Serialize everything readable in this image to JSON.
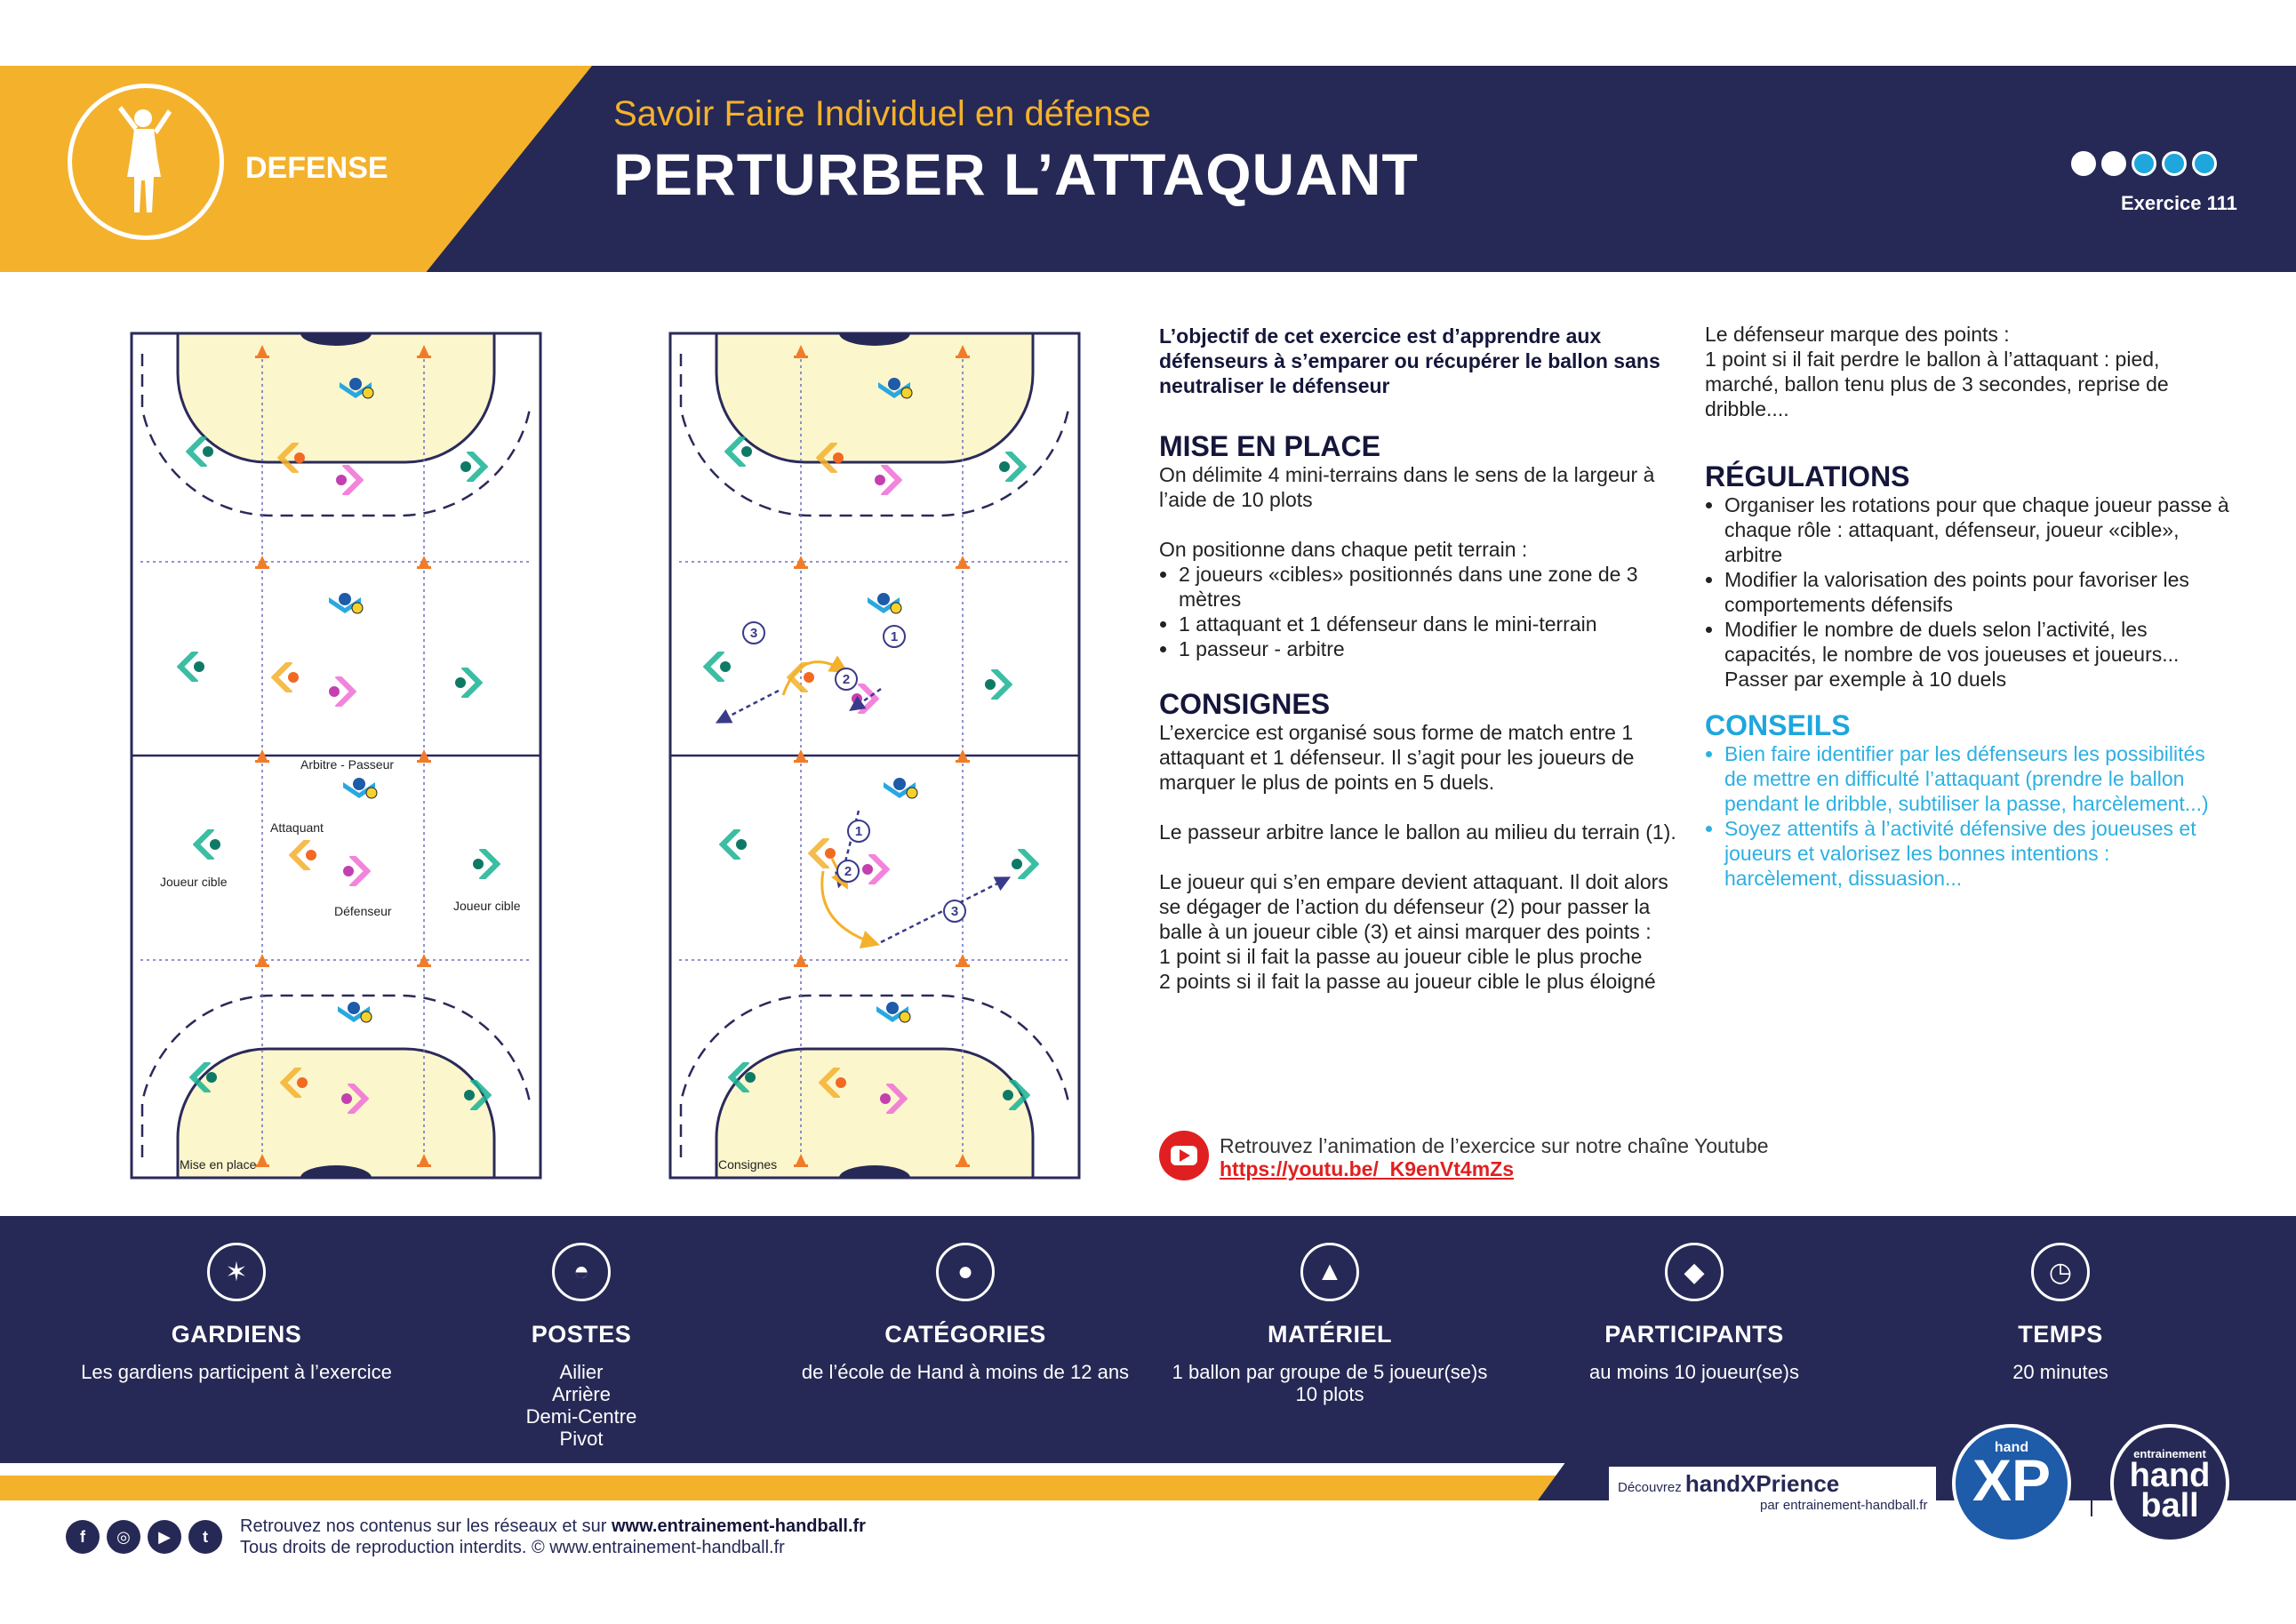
{
  "header": {
    "category": "DEFENSE",
    "subtitle": "Savoir Faire Individuel en défense",
    "title": "PERTURBER L’ATTAQUANT",
    "exercise": "Exercice 111",
    "difficulty": {
      "filled": 2,
      "total": 5
    },
    "colors": {
      "navy": "#262955",
      "yellow": "#f4b12c",
      "cyan": "#1ea6dd"
    }
  },
  "diagrams": {
    "left_caption": "Mise en place",
    "right_caption": "Consignes",
    "labels": {
      "referee": "Arbitre - Passeur",
      "attacker": "Attaquant",
      "target_left": "Joueur cible",
      "defender": "Défenseur",
      "target_right": "Joueur cible"
    },
    "steps": [
      "1",
      "2",
      "3"
    ]
  },
  "content": {
    "intro": "L’objectif de cet exercice est d’apprendre aux défenseurs à s’emparer ou récupérer le ballon sans neutraliser le défenseur",
    "setup_title": "MISE EN PLACE",
    "setup_p1": "On délimite 4 mini-terrains dans le sens de la largeur à l’aide de 10 plots",
    "setup_p2": "On positionne dans chaque petit terrain :",
    "setup_items": [
      "2 joueurs «cibles» positionnés dans une zone de 3 mètres",
      "1 attaquant et 1 défenseur dans le mini-terrain",
      "1 passeur - arbitre"
    ],
    "rules_title": "CONSIGNES",
    "rules_p1": "L’exercice est organisé sous forme de match entre 1 attaquant et 1 défenseur. Il s’agit pour les joueurs de marquer le plus de points en 5 duels.",
    "rules_p2": "Le passeur arbitre lance le ballon au milieu du terrain (1).",
    "rules_p3": "Le joueur qui s’en empare devient attaquant. Il doit alors se dégager de l’action du défenseur (2) pour passer la balle à un joueur cible (3) et ainsi marquer des points :\n1 point si il fait la passe au joueur cible le plus proche\n2 points si il fait la passe au joueur cible le plus éloigné",
    "def_points": "Le défenseur marque des points :\n1 point si il fait perdre le ballon à l’attaquant : pied, marché, ballon tenu plus de 3 secondes, reprise de dribble....",
    "reg_title": "RÉGULATIONS",
    "reg_items": [
      "Organiser les rotations pour que chaque joueur passe à chaque rôle : attaquant, défenseur, joueur «cible», arbitre",
      "Modifier la valorisation des points pour favoriser les comportements défensifs",
      "Modifier le nombre de duels selon l’activité, les capacités, le nombre de vos joueuses et joueurs... Passer par exemple à 10 duels"
    ],
    "tips_title": "CONSEILS",
    "tips_items": [
      "Bien faire identifier par les défenseurs les possibilités de mettre en difficulté l’attaquant (prendre le ballon pendant le dribble, subtiliser la passe, harcèlement...)",
      "Soyez attentifs à l’activité défensive des joueuses et joueurs et valorisez les bonnes intentions : harcèlement, dissuasion..."
    ]
  },
  "youtube": {
    "text": "Retrouvez l’animation de l’exercice sur notre chaîne Youtube",
    "link": "https://youtu.be/_K9enVt4mZs"
  },
  "info": [
    {
      "icon": "goalkeeper-icon",
      "label": "GARDIENS",
      "value": "Les gardiens participent à l’exercice"
    },
    {
      "icon": "court-icon",
      "label": "POSTES",
      "value": "Ailier\nArrière\nDemi-Centre\nPivot"
    },
    {
      "icon": "team-icon",
      "label": "CATÉGORIES",
      "value": "de l’école de Hand à moins de 12 ans"
    },
    {
      "icon": "pyramid-icon",
      "label": "MATÉRIEL",
      "value": "1 ballon par groupe de 5 joueur(se)s\n10 plots"
    },
    {
      "icon": "handshake-icon",
      "label": "PARTICIPANTS",
      "value": "au moins 10 joueur(se)s"
    },
    {
      "icon": "clock-icon",
      "label": "TEMPS",
      "value": "20 minutes"
    }
  ],
  "footer": {
    "discover": "Découvrez",
    "brand": "handXPrience",
    "brand_by": "par entrainement-handball.fr",
    "xp_small": "hand",
    "xp_big": "XP",
    "hb_small": "entrainement",
    "hb_big": "hand",
    "hb_big2": "ball",
    "social": [
      "f",
      "◎",
      "▶",
      "t"
    ],
    "line1_prefix": "Retrouvez nos contenus sur les réseaux et sur ",
    "line1_site": "www.entrainement-handball.fr",
    "line2": "Tous droits de reproduction interdits. © www.entrainement-handball.fr"
  }
}
